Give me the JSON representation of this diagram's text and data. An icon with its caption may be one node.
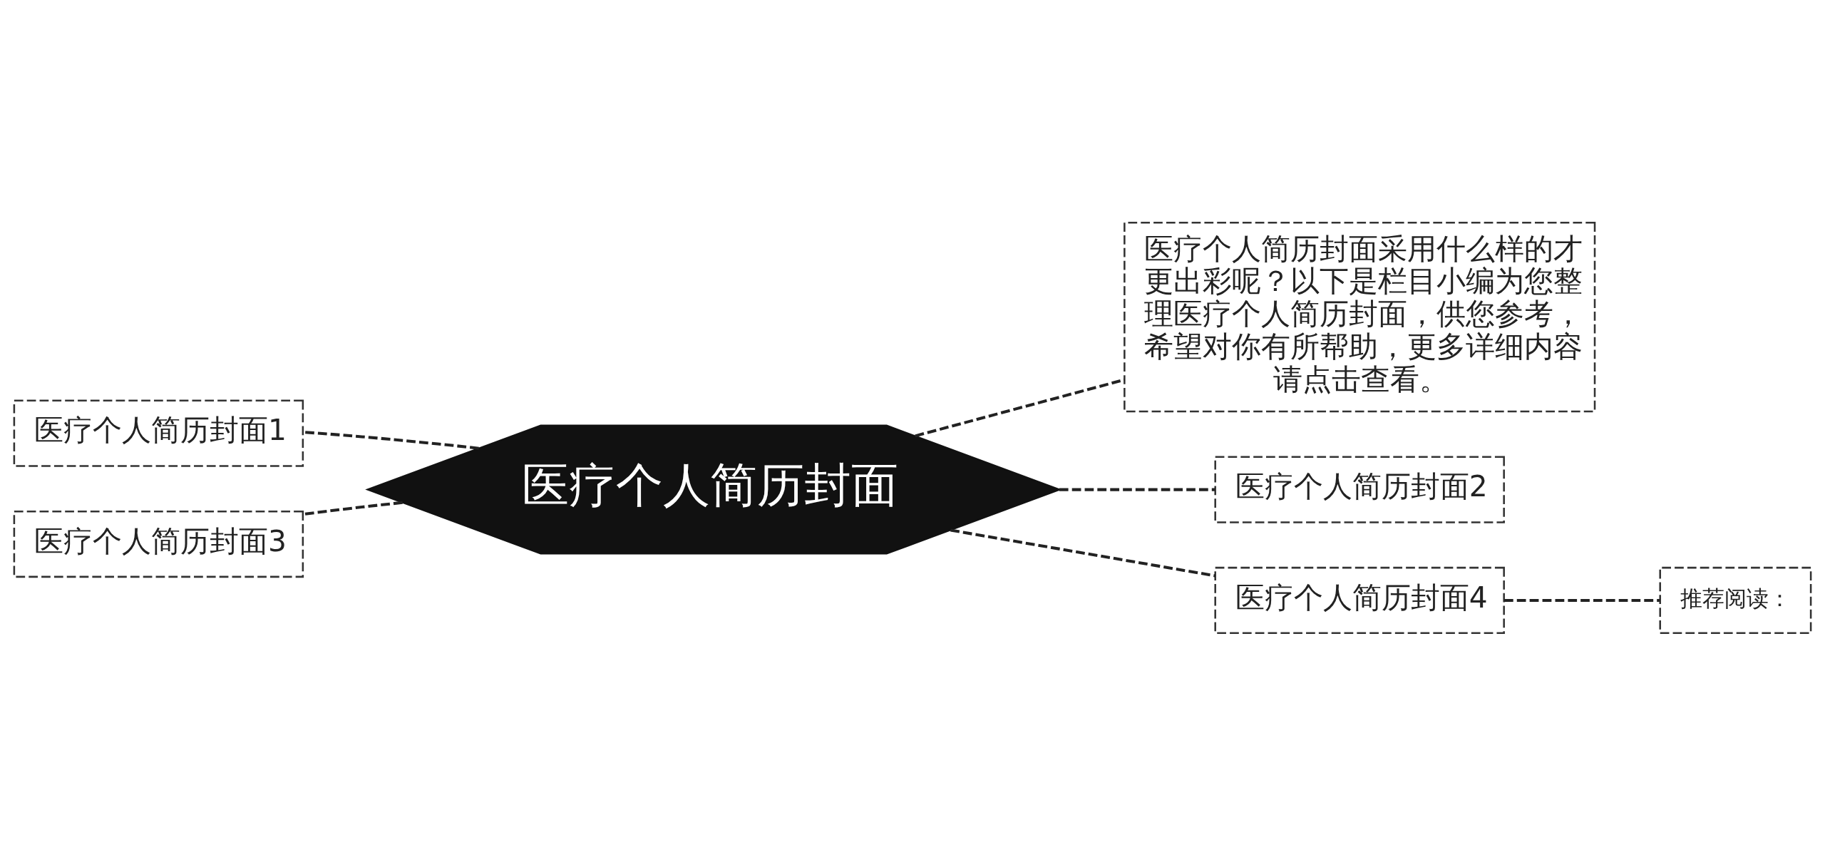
{
  "diagram": {
    "nodes": [
      {
        "text": [
          "医疗个人简历封面"
        ]
      },
      {
        "text": [
          "医疗个人简历封面1"
        ]
      },
      {
        "text": [
          "医疗个人简历封面3"
        ]
      },
      {
        "text": [
          "医疗个人简历封面采用什么样的才更出彩呢？以下是栏目小编为您整理医疗个人简历封面，供您参考，希望对你有所帮助，更多详细内容请点击查看。"
        ]
      },
      {
        "text": [
          "医疗个人简历封面2"
        ]
      },
      {
        "text": [
          "医疗个人简历封面4"
        ]
      },
      {
        "text": [
          "推荐阅读："
        ]
      }
    ],
    "edges": [
      {
        "from": 0,
        "to": 1,
        "arrow": "none",
        "style": "dashed"
      },
      {
        "from": 0,
        "to": 2,
        "arrow": "none",
        "style": "dashed"
      },
      {
        "from": 0,
        "to": 3,
        "arrow": "none",
        "style": "dashed"
      },
      {
        "from": 0,
        "to": 4,
        "arrow": "none",
        "style": "dashed"
      },
      {
        "from": 0,
        "to": 5,
        "arrow": "none",
        "style": "dashed"
      },
      {
        "from": 5,
        "to": 6,
        "arrow": "none",
        "style": "dashed"
      }
    ]
  }
}
